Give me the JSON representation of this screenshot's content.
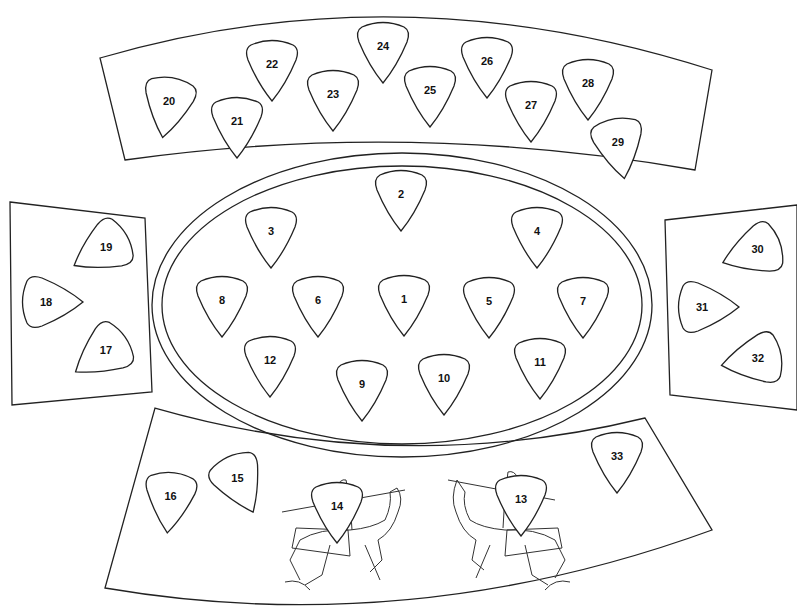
{
  "diagram": {
    "nodes": [
      {
        "text": [
          "1"
        ]
      },
      {
        "text": [
          "2"
        ]
      },
      {
        "text": [
          "3"
        ]
      },
      {
        "text": [
          "4"
        ]
      },
      {
        "text": [
          "5"
        ]
      },
      {
        "text": [
          "6"
        ]
      },
      {
        "text": [
          "7"
        ]
      },
      {
        "text": [
          "8"
        ]
      },
      {
        "text": [
          "9"
        ]
      },
      {
        "text": [
          "10"
        ]
      },
      {
        "text": [
          "11"
        ]
      },
      {
        "text": [
          "12"
        ]
      },
      {
        "text": [
          "13"
        ]
      },
      {
        "text": [
          "14"
        ]
      },
      {
        "text": [
          "15"
        ]
      },
      {
        "text": [
          "16"
        ]
      },
      {
        "text": [
          "17"
        ]
      },
      {
        "text": [
          "18"
        ]
      },
      {
        "text": [
          "19"
        ]
      },
      {
        "text": [
          "20"
        ]
      },
      {
        "text": [
          "21"
        ]
      },
      {
        "text": [
          "22"
        ]
      },
      {
        "text": [
          "23"
        ]
      },
      {
        "text": [
          "24"
        ]
      },
      {
        "text": [
          "25"
        ]
      },
      {
        "text": [
          "26"
        ]
      },
      {
        "text": [
          "27"
        ]
      },
      {
        "text": [
          "28"
        ]
      },
      {
        "text": [
          "29"
        ]
      },
      {
        "text": [
          "30"
        ]
      },
      {
        "text": [
          "31"
        ]
      },
      {
        "text": [
          "32"
        ]
      },
      {
        "text": [
          "33"
        ]
      }
    ]
  }
}
